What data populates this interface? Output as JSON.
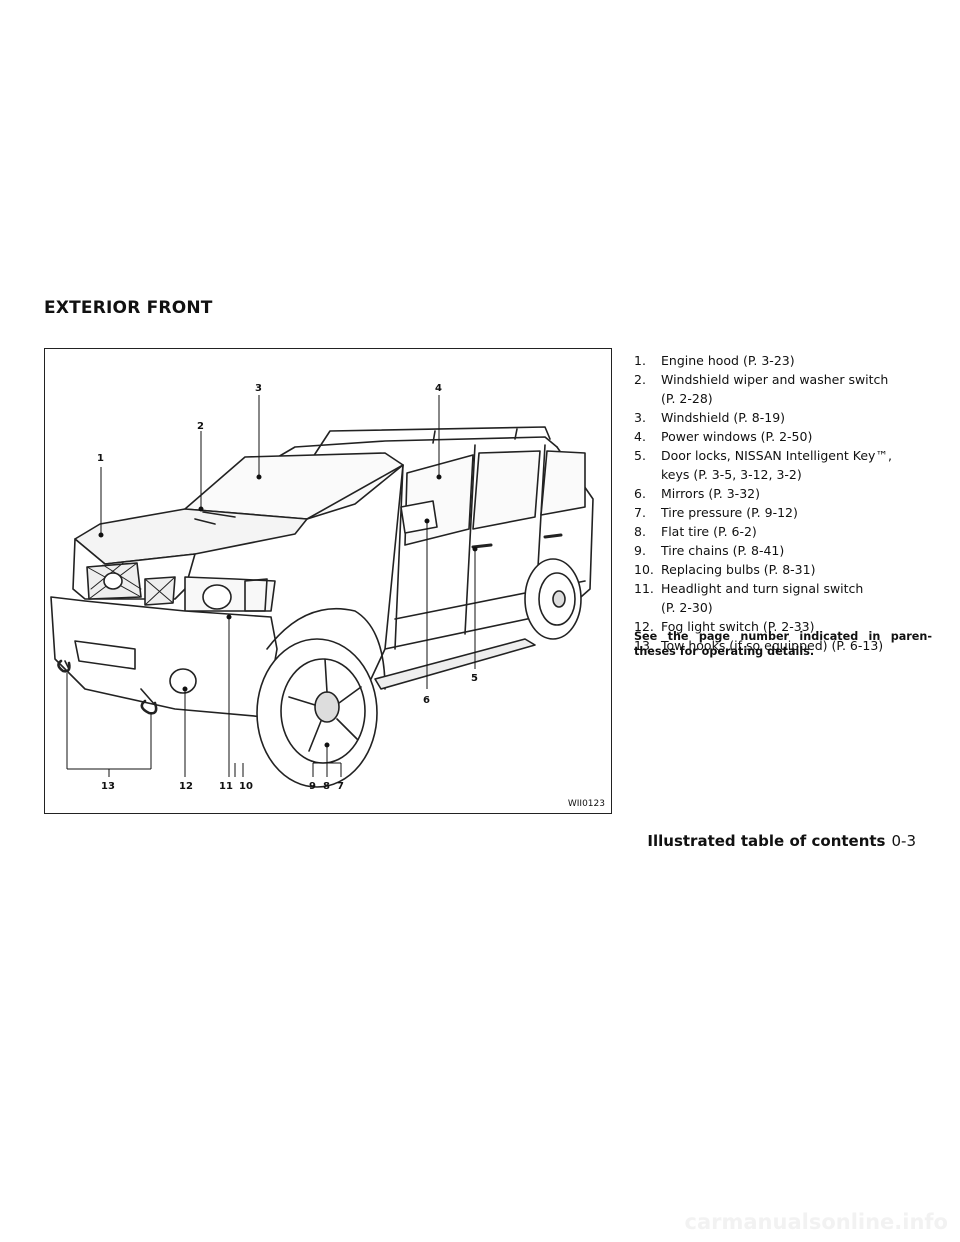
{
  "section_title": "EXTERIOR FRONT",
  "figure": {
    "id_label": "WII0123",
    "callouts": [
      "1",
      "2",
      "3",
      "4",
      "5",
      "6",
      "7",
      "8",
      "9",
      "10",
      "11",
      "12",
      "13"
    ]
  },
  "items": [
    {
      "num": "1.",
      "text": "Engine hood (P. 3-23)"
    },
    {
      "num": "2.",
      "text": "Windshield wiper and washer switch",
      "cont": "(P. 2-28)"
    },
    {
      "num": "3.",
      "text": "Windshield (P. 8-19)"
    },
    {
      "num": "4.",
      "text": "Power windows (P. 2-50)"
    },
    {
      "num": "5.",
      "text": "Door locks, NISSAN Intelligent Key™,",
      "cont": "keys (P. 3-5, 3-12, 3-2)"
    },
    {
      "num": "6.",
      "text": "Mirrors (P. 3-32)"
    },
    {
      "num": "7.",
      "text": "Tire pressure (P. 9-12)"
    },
    {
      "num": "8.",
      "text": "Flat tire (P. 6-2)"
    },
    {
      "num": "9.",
      "text": "Tire chains (P. 8-41)"
    },
    {
      "num": "10.",
      "text": "Replacing bulbs (P. 8-31)"
    },
    {
      "num": "11.",
      "text": "Headlight and turn signal switch",
      "cont": "(P. 2-30)"
    },
    {
      "num": "12.",
      "text": "Fog light switch (P. 2-33)"
    },
    {
      "num": "13.",
      "text": "Tow hooks (if so equipped) (P. 6-13)"
    }
  ],
  "note": "See the page number indicated in paren- theses for operating details.",
  "footer": {
    "title": "Illustrated table of contents",
    "page": "0-3"
  },
  "watermark": "carmanualsonline.info"
}
